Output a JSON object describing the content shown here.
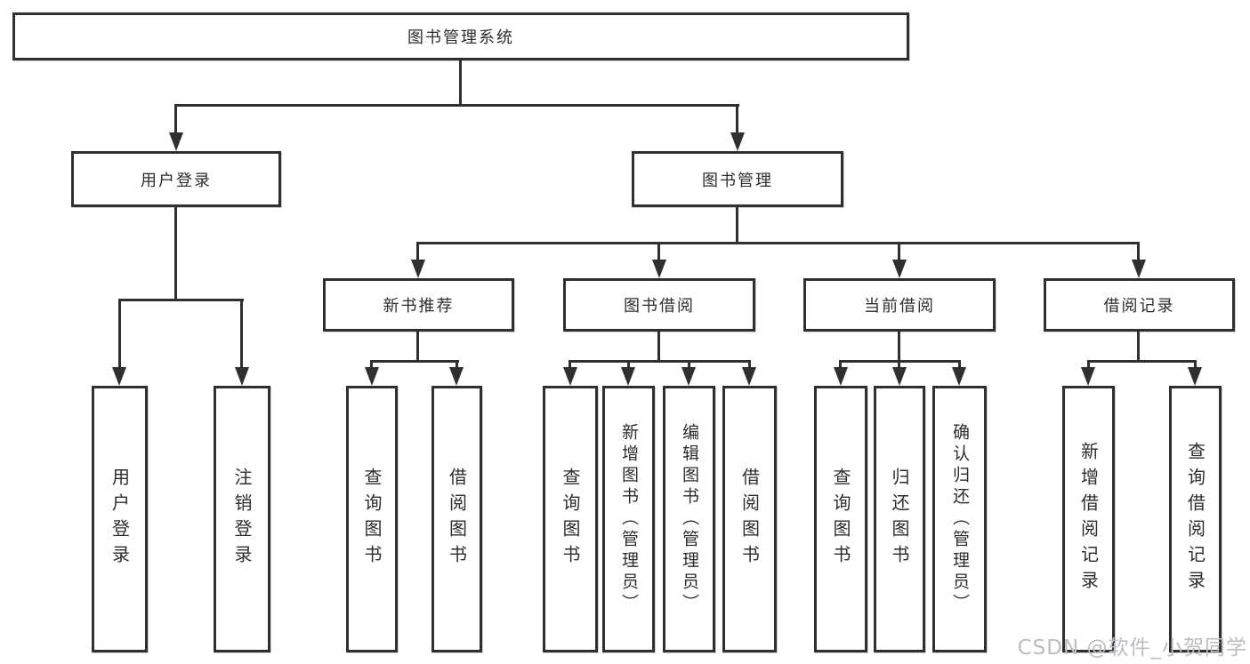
{
  "diagram": {
    "root": {
      "label": "图书管理系统"
    },
    "level2": [
      {
        "label": "用户登录"
      },
      {
        "label": "图书管理"
      }
    ],
    "level3": [
      {
        "label": "新书推荐"
      },
      {
        "label": "图书借阅"
      },
      {
        "label": "当前借阅"
      },
      {
        "label": "借阅记录"
      }
    ],
    "leaves": {
      "user_login": [
        "用户登录",
        "注销登录"
      ],
      "new_book_recommend": [
        "查询图书",
        "借阅图书"
      ],
      "book_borrow": [
        "查询图书",
        "新增图书（管理员）",
        "编辑图书（管理员）",
        "借阅图书"
      ],
      "current_borrow": [
        "查询图书",
        "归还图书",
        "确认归还（管理员）"
      ],
      "borrow_records": [
        "新增借阅记录",
        "查询借阅记录"
      ]
    },
    "colors": {
      "line": "#2f2f2f",
      "text": "#2d2d2d",
      "watermark": "#bcbcc2",
      "background": "#ffffff"
    }
  },
  "watermark": {
    "text": "CSDN @软件_小贺同学"
  }
}
